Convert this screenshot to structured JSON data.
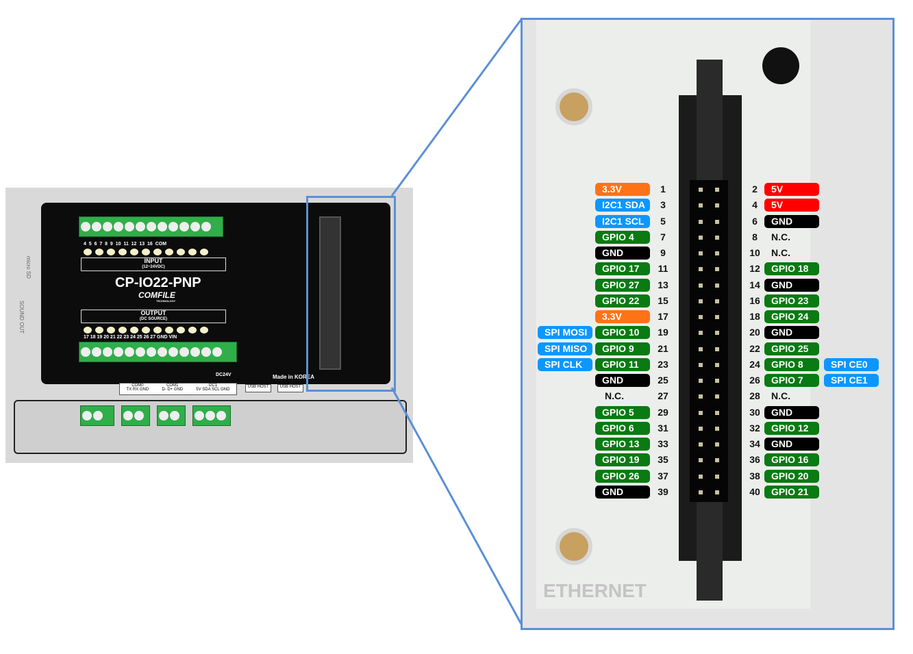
{
  "board": {
    "model": "CP-IO22-PNP",
    "brand": "COMFILE",
    "brand_sub": "TECHNOLOGY",
    "input_label": "INPUT",
    "input_sub": "(12~24VDC)",
    "output_label": "OUTPUT",
    "output_sub": "(DC SOURCE)",
    "input_numbers": "4  5  6  7  8  9  10  11  12  13  16  COM",
    "output_numbers": "17 18 19 20 21 22 23 24 25 26 27 GND VIN",
    "dc24v": "DC24V",
    "made_in": "Made in KOREA",
    "com0": "COM0",
    "com0_pins": "TX RX GND",
    "com1": "COM1",
    "com1_pins": "D- D+ GND",
    "i2c": "I2C1",
    "i2c_pins": "5V SDA SCL GND",
    "usb1": "USB HOST",
    "usb2": "USB HOST",
    "sound_out": "SOUND OUT",
    "micro_sd": "micro SD",
    "ethernet": "ETHERNET"
  },
  "colors": {
    "power33": "#ff7316",
    "power5": "#ff0000",
    "i2c": "#0b97ff",
    "gpio": "#0a7a12",
    "gnd": "#000000",
    "spi": "#0b97ff",
    "frame": "#5b8fd6"
  },
  "pins": [
    {
      "n": 1,
      "label": "3.3V",
      "type": "power33"
    },
    {
      "n": 2,
      "label": "5V",
      "type": "power5"
    },
    {
      "n": 3,
      "label": "I2C1 SDA",
      "type": "i2c"
    },
    {
      "n": 4,
      "label": "5V",
      "type": "power5"
    },
    {
      "n": 5,
      "label": "I2C1 SCL",
      "type": "i2c"
    },
    {
      "n": 6,
      "label": "GND",
      "type": "gnd"
    },
    {
      "n": 7,
      "label": "GPIO 4",
      "type": "gpio"
    },
    {
      "n": 8,
      "label": "N.C.",
      "type": "nc"
    },
    {
      "n": 9,
      "label": "GND",
      "type": "gnd"
    },
    {
      "n": 10,
      "label": "N.C.",
      "type": "nc"
    },
    {
      "n": 11,
      "label": "GPIO 17",
      "type": "gpio"
    },
    {
      "n": 12,
      "label": "GPIO 18",
      "type": "gpio"
    },
    {
      "n": 13,
      "label": "GPIO 27",
      "type": "gpio"
    },
    {
      "n": 14,
      "label": "GND",
      "type": "gnd"
    },
    {
      "n": 15,
      "label": "GPIO 22",
      "type": "gpio"
    },
    {
      "n": 16,
      "label": "GPIO 23",
      "type": "gpio"
    },
    {
      "n": 17,
      "label": "3.3V",
      "type": "power33"
    },
    {
      "n": 18,
      "label": "GPIO 24",
      "type": "gpio"
    },
    {
      "n": 19,
      "label": "GPIO 10",
      "type": "gpio",
      "alt": "SPI MOSI"
    },
    {
      "n": 20,
      "label": "GND",
      "type": "gnd"
    },
    {
      "n": 21,
      "label": "GPIO 9",
      "type": "gpio",
      "alt": "SPI MISO"
    },
    {
      "n": 22,
      "label": "GPIO 25",
      "type": "gpio"
    },
    {
      "n": 23,
      "label": "GPIO 11",
      "type": "gpio",
      "alt": "SPI CLK"
    },
    {
      "n": 24,
      "label": "GPIO 8",
      "type": "gpio",
      "alt": "SPI CE0"
    },
    {
      "n": 25,
      "label": "GND",
      "type": "gnd"
    },
    {
      "n": 26,
      "label": "GPIO 7",
      "type": "gpio",
      "alt": "SPI CE1"
    },
    {
      "n": 27,
      "label": "N.C.",
      "type": "nc"
    },
    {
      "n": 28,
      "label": "N.C.",
      "type": "nc"
    },
    {
      "n": 29,
      "label": "GPIO 5",
      "type": "gpio"
    },
    {
      "n": 30,
      "label": "GND",
      "type": "gnd"
    },
    {
      "n": 31,
      "label": "GPIO 6",
      "type": "gpio"
    },
    {
      "n": 32,
      "label": "GPIO 12",
      "type": "gpio"
    },
    {
      "n": 33,
      "label": "GPIO 13",
      "type": "gpio"
    },
    {
      "n": 34,
      "label": "GND",
      "type": "gnd"
    },
    {
      "n": 35,
      "label": "GPIO 19",
      "type": "gpio"
    },
    {
      "n": 36,
      "label": "GPIO 16",
      "type": "gpio"
    },
    {
      "n": 37,
      "label": "GPIO 26",
      "type": "gpio"
    },
    {
      "n": 38,
      "label": "GPIO 20",
      "type": "gpio"
    },
    {
      "n": 39,
      "label": "GND",
      "type": "gnd"
    },
    {
      "n": 40,
      "label": "GPIO 21",
      "type": "gpio"
    }
  ]
}
